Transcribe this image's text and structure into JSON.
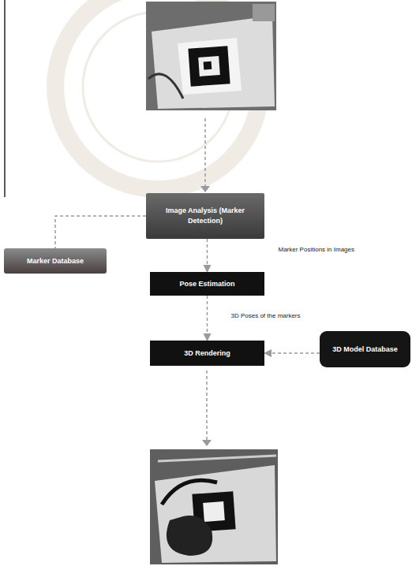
{
  "diagram": {
    "nodes": [
      {
        "text": [
          "Image Analysis (Marker Detection)"
        ]
      },
      {
        "text": [
          "Marker Database"
        ]
      },
      {
        "text": [
          "Pose Estimation"
        ]
      },
      {
        "text": [
          "3D Rendering"
        ]
      },
      {
        "text": [
          "3D Model Database"
        ]
      }
    ],
    "edges": [
      {
        "from": 0,
        "to": 1,
        "arrow": "none"
      },
      {
        "from": 0,
        "to": 2,
        "label": "Marker Positions in Images",
        "arrow": "to"
      },
      {
        "from": 2,
        "to": 3,
        "label": "3D Poses of the markers",
        "arrow": "to"
      },
      {
        "from": 4,
        "to": 3,
        "arrow": "to"
      }
    ]
  }
}
